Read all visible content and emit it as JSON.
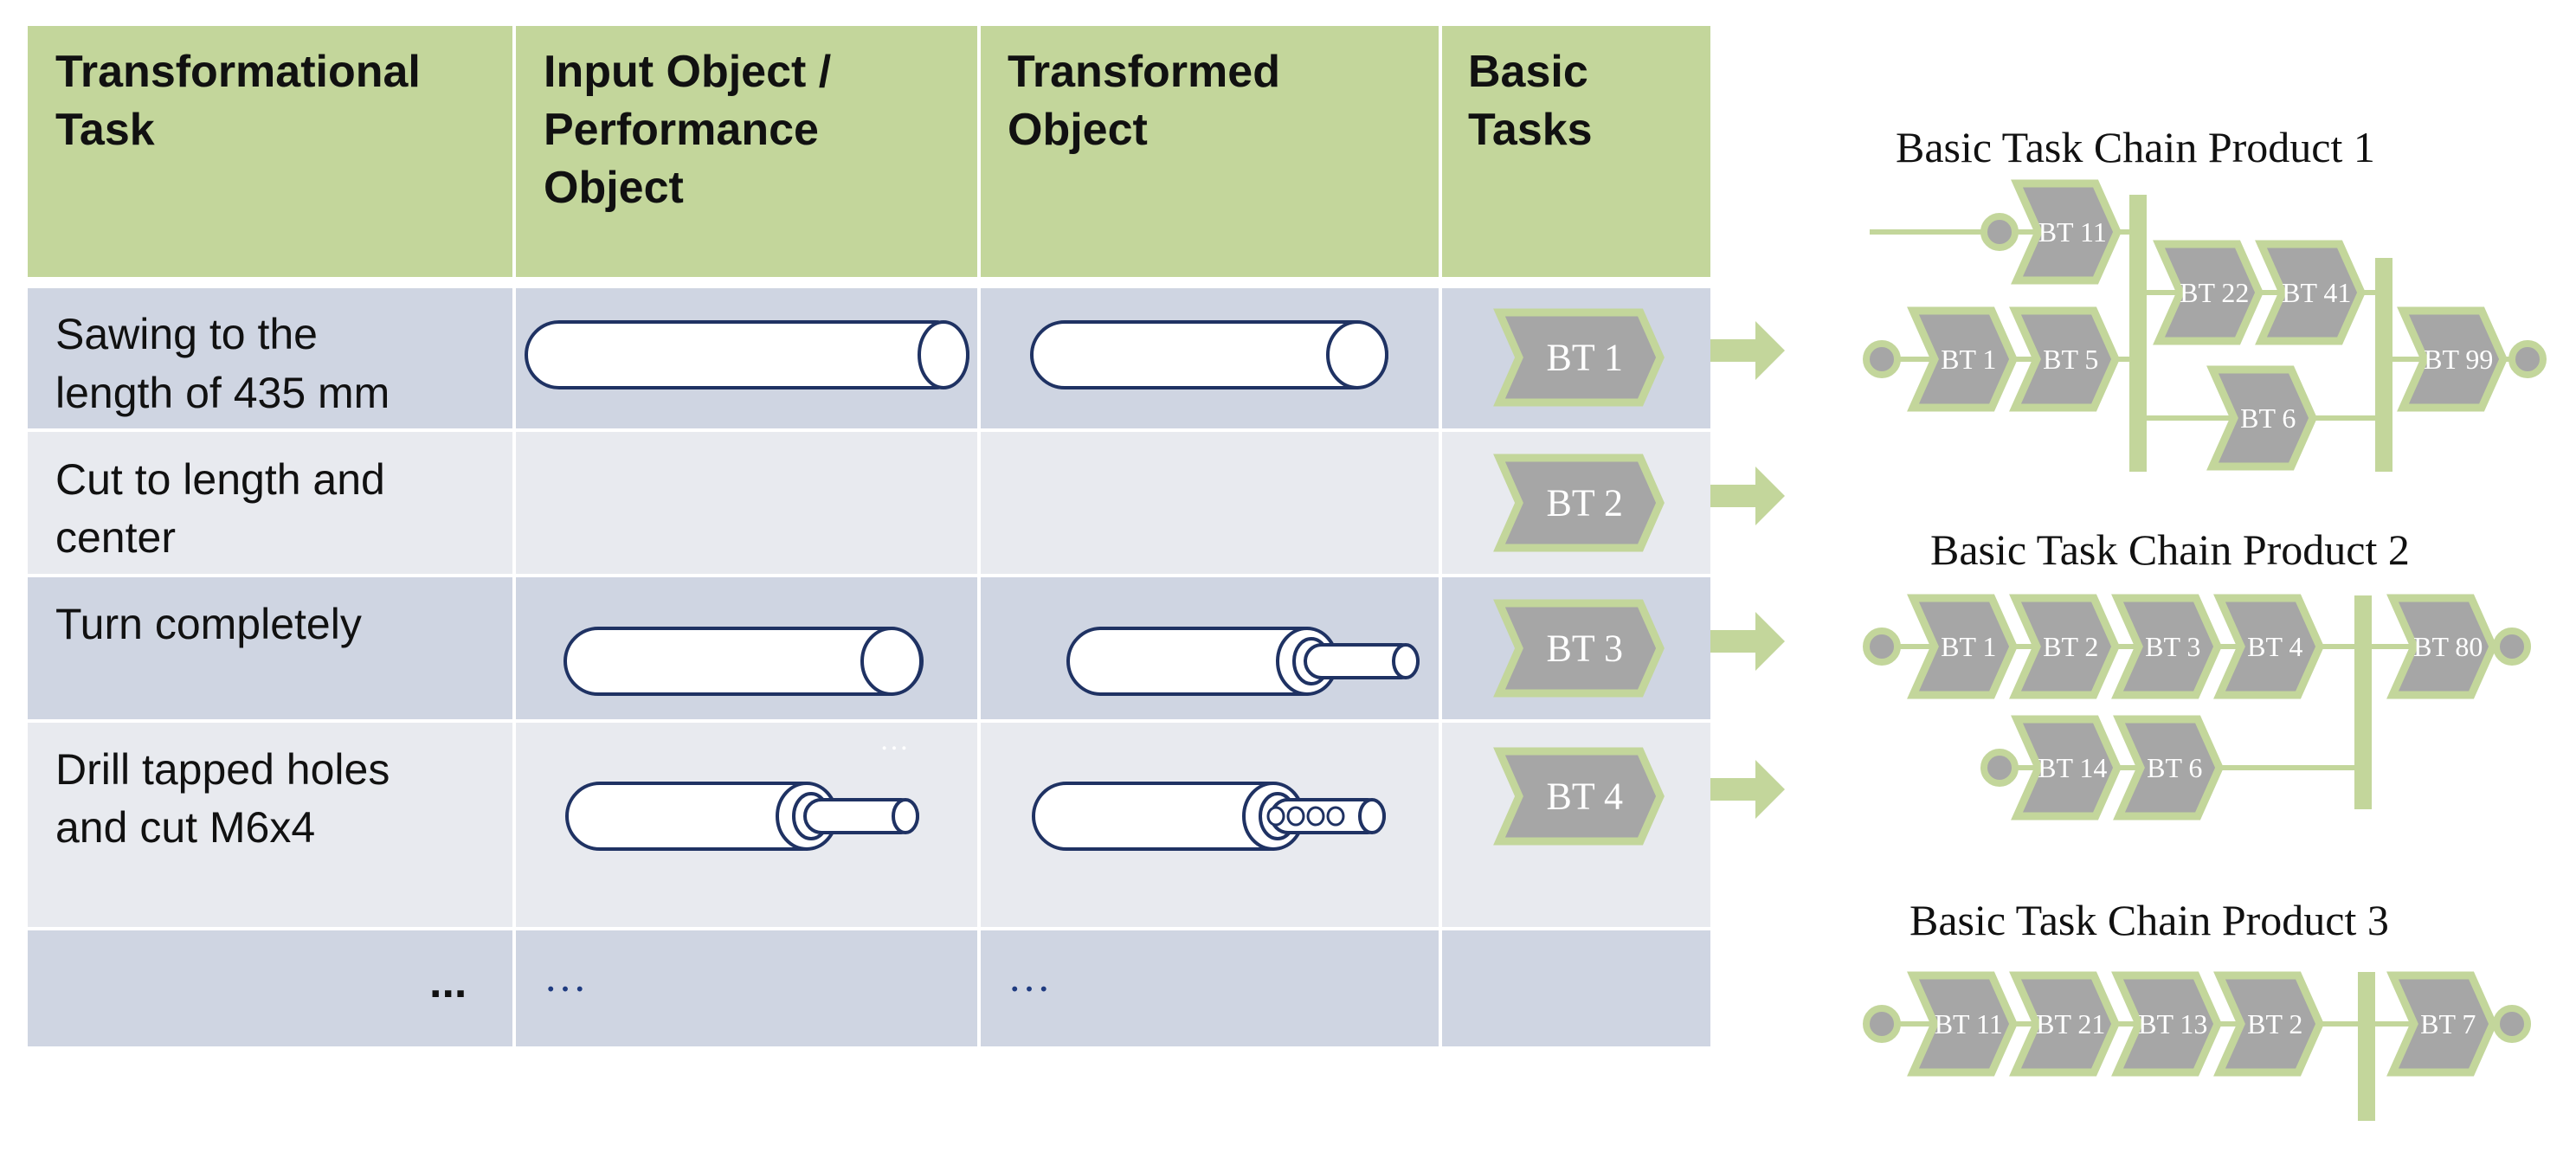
{
  "table": {
    "headers": [
      [
        "Transformational",
        "Task"
      ],
      [
        "Input Object /",
        "Performance",
        "Object"
      ],
      [
        "Transformed",
        "Object"
      ],
      [
        "Basic",
        "Tasks"
      ]
    ],
    "rows": [
      {
        "task": [
          "Sawing to the",
          "length of 435 mm"
        ],
        "basic_task": "BT 1",
        "input_object": "",
        "transformed_object": ""
      },
      {
        "task": [
          "Cut to length and",
          "center"
        ],
        "basic_task": "BT 2",
        "input_object": "",
        "transformed_object": ""
      },
      {
        "task": [
          "Turn completely"
        ],
        "basic_task": "BT 3",
        "input_object": "",
        "transformed_object": ""
      },
      {
        "task": [
          "Drill tapped holes",
          "and cut M6x4"
        ],
        "basic_task": "BT 4",
        "input_object": "",
        "transformed_object": ""
      },
      {
        "task": [
          "..."
        ],
        "basic_task": "",
        "input_object": "…",
        "transformed_object": "…"
      }
    ],
    "stray_ellipsis": "…"
  },
  "chains": [
    {
      "title": "Basic Task Chain Product 1",
      "branches": [
        [
          "BT 11"
        ],
        [
          "BT 1",
          "BT 5"
        ],
        [
          "BT 22",
          "BT 41"
        ],
        [
          "BT 6"
        ],
        [
          "BT 99"
        ]
      ]
    },
    {
      "title": "Basic Task Chain Product 2",
      "branches": [
        [
          "BT 1",
          "BT 2",
          "BT 3",
          "BT 4"
        ],
        [
          "BT 14",
          "BT 6"
        ],
        [
          "BT 80"
        ]
      ]
    },
    {
      "title": "Basic Task Chain Product 3",
      "branches": [
        [
          "BT 11",
          "BT 21",
          "BT 13",
          "BT 2"
        ],
        [
          "BT 7"
        ]
      ]
    }
  ],
  "colors": {
    "header_bg": "#c3d69b",
    "row_dark": "#cfd5e2",
    "row_light": "#e8eaef",
    "bt_fill": "#a6a6a6",
    "bt_border": "#c3d69b",
    "arrow": "#c3d69b",
    "object_stroke": "#1f3263"
  }
}
